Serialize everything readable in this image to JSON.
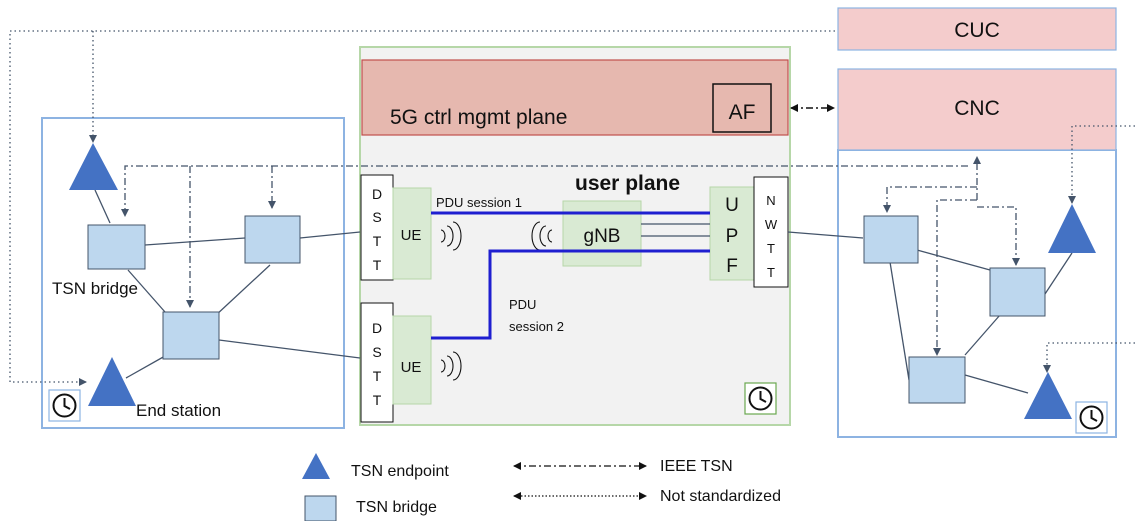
{
  "labels": {
    "cuc": "CUC",
    "cnc": "CNC",
    "ctrl_plane": "5G ctrl mgmt plane",
    "af": "AF",
    "user_plane": "user plane",
    "pdu_session_1": "PDU session 1",
    "pdu_session_2_line1": "PDU",
    "pdu_session_2_line2": "session 2",
    "ue_top": "UE",
    "ue_bottom": "UE",
    "gnb": "gNB",
    "dstt_top": [
      "D",
      "S",
      "T",
      "T"
    ],
    "dstt_bottom": [
      "D",
      "S",
      "T",
      "T"
    ],
    "upf": [
      "U",
      "P",
      "F"
    ],
    "nwtt": [
      "N",
      "W",
      "T",
      "T"
    ],
    "tsn_bridge": "TSN bridge",
    "end_station": "End station"
  },
  "legend": {
    "endpoint": "TSN endpoint",
    "bridge": "TSN bridge",
    "ieee": "IEEE TSN",
    "not_std": "Not standardized"
  },
  "colors": {
    "cuc_fill": "#f4cccc",
    "cnc_fill": "#f4cccc",
    "ctrl_fill": "#e6b8af",
    "ctrl_border": "#c0504d",
    "panel_border": "#8db3e2",
    "core_border": "#b6d7a8",
    "core_fill": "#f2f2f2",
    "green_fill": "#d9ead3",
    "bridge_fill": "#bdd7ee",
    "triangle": "#4472c4",
    "session_line": "#1f1fd0",
    "link_line": "#44546a"
  },
  "icons": [
    "clock-icon",
    "antenna-wave-icon"
  ]
}
